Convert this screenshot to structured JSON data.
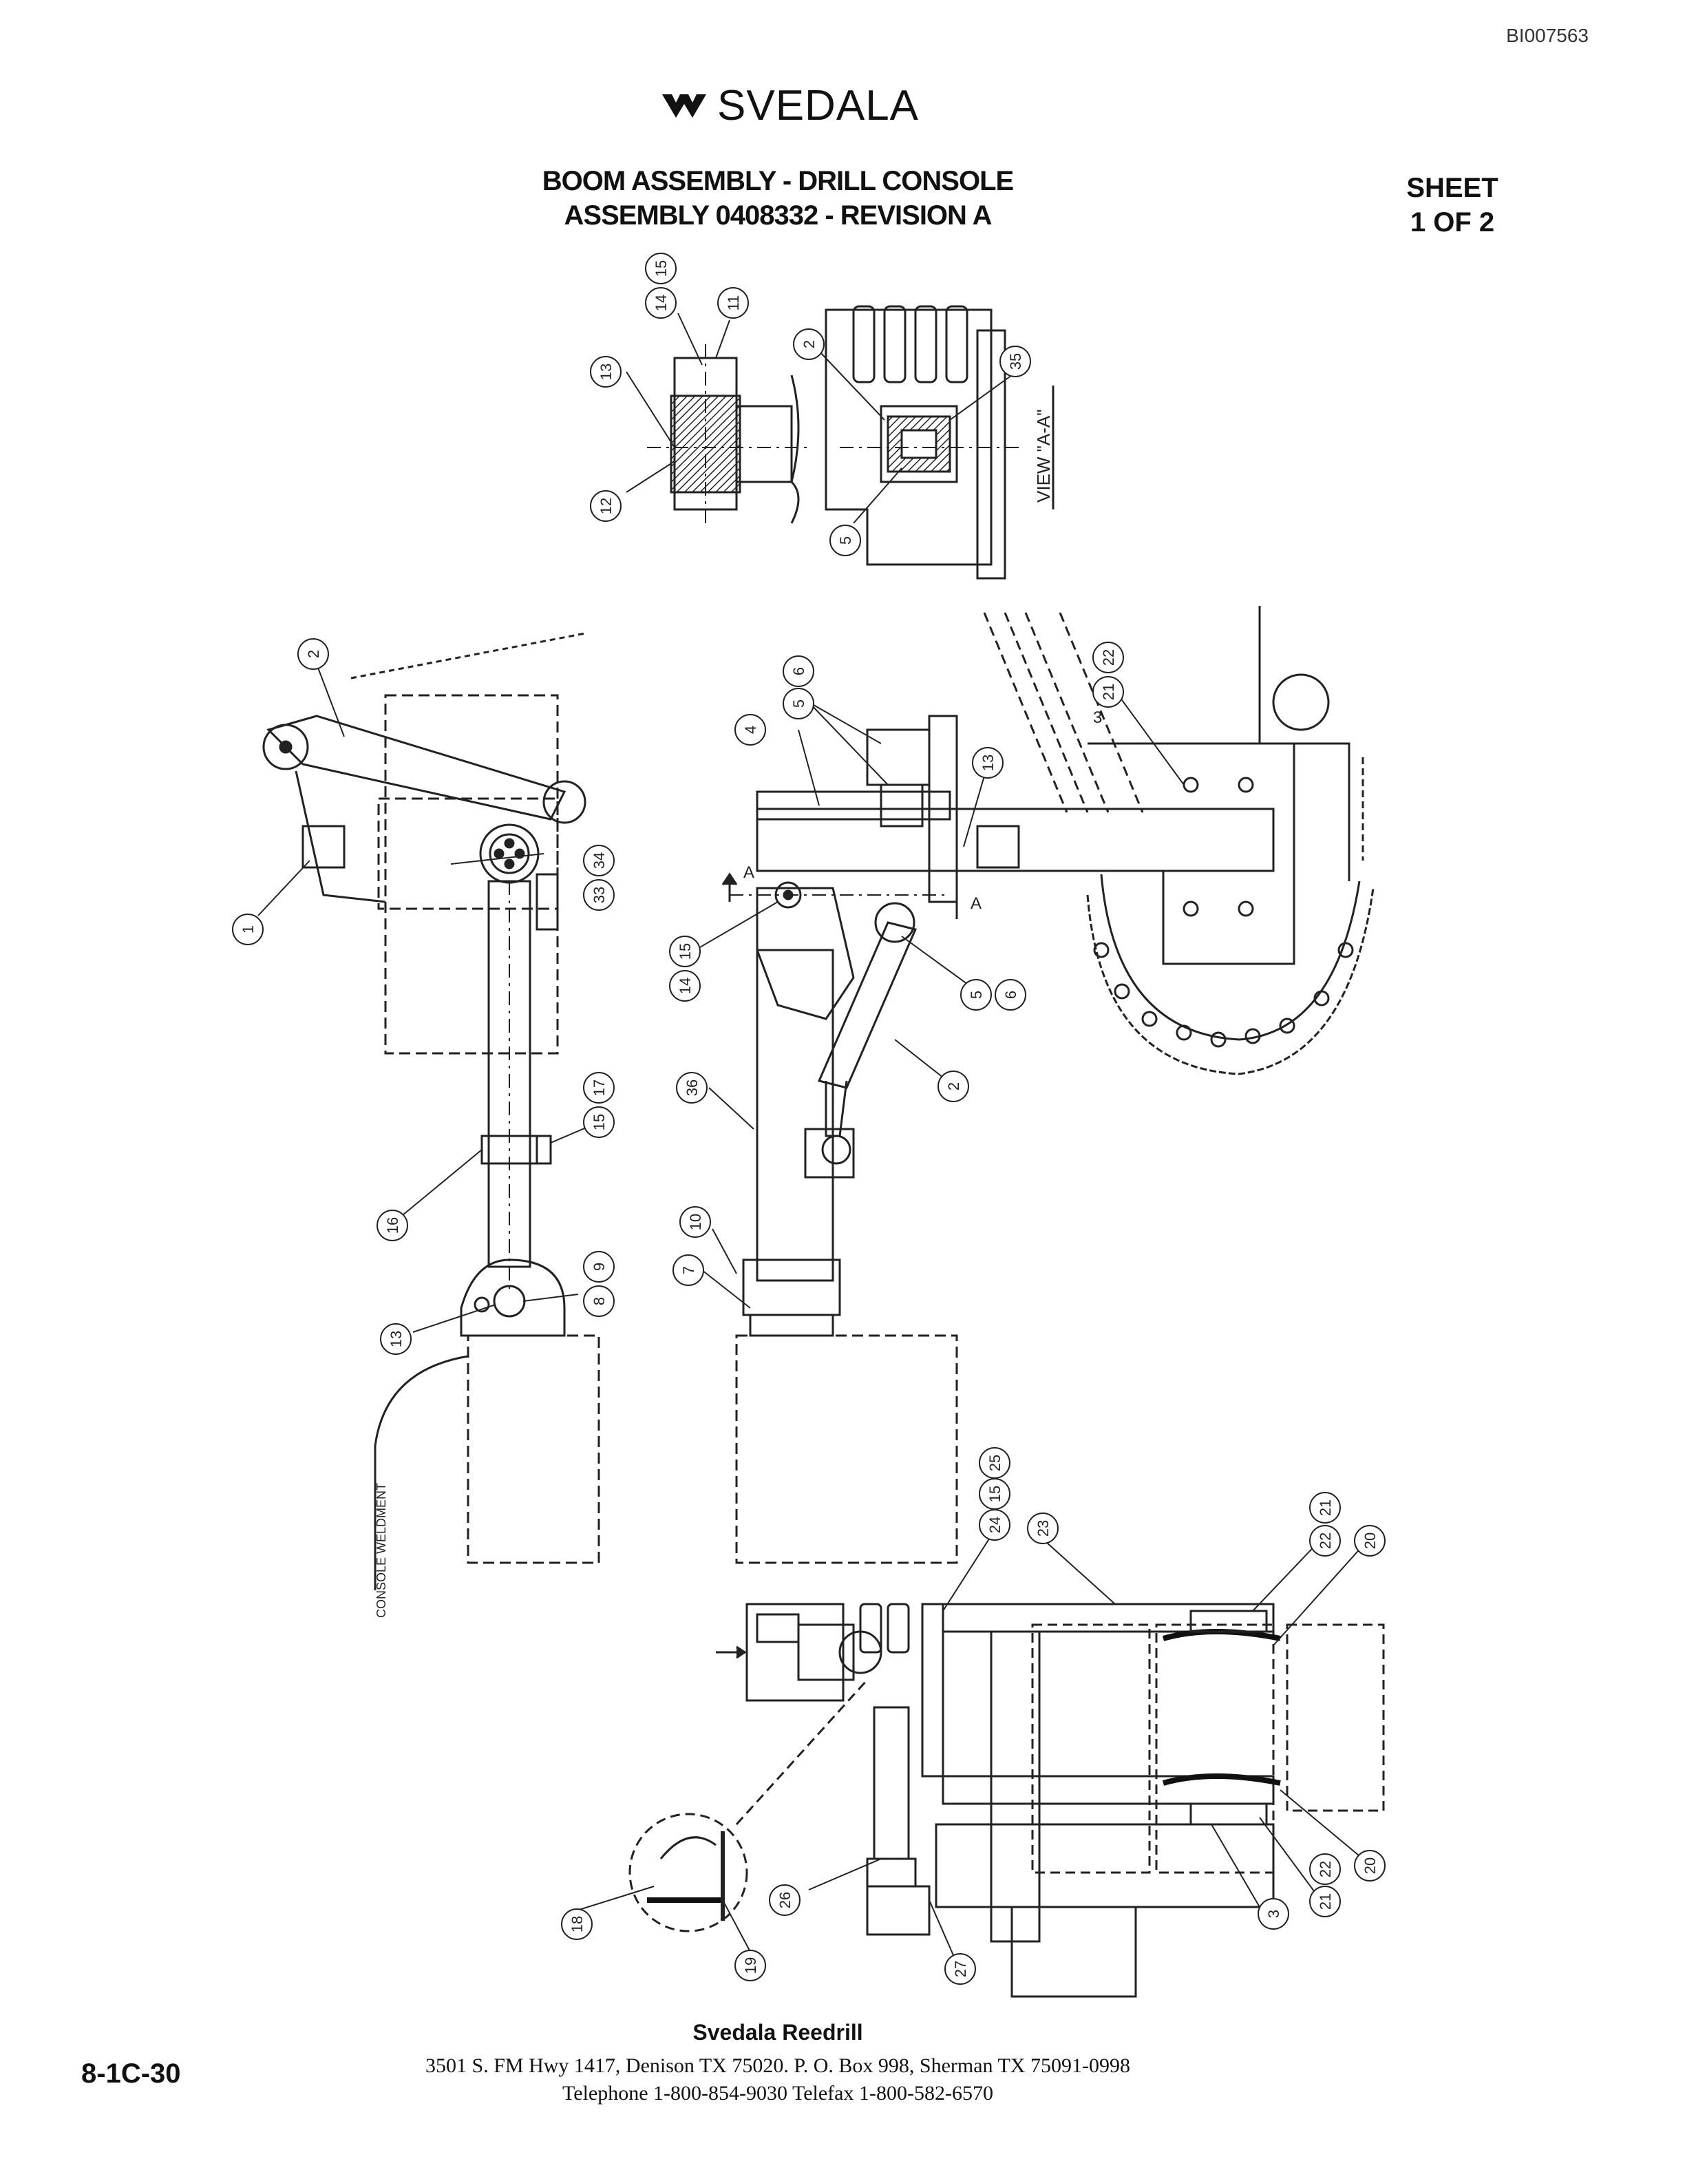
{
  "document_id": "BI007563",
  "brand": {
    "name": "SVEDALA",
    "mark": "svedala-double-chevron-logo"
  },
  "title": {
    "line1": "BOOM ASSEMBLY - DRILL CONSOLE",
    "line2": "ASSEMBLY 0408332 - REVISION A"
  },
  "sheet": {
    "label": "SHEET",
    "value": "1 OF 2"
  },
  "view_label": "VIEW \"A-A\"",
  "console_label": "CONSOLE WELDMENT",
  "section_marker": "A",
  "dimension_marker": "3",
  "balloons": {
    "v_13": "13",
    "v_14": "14",
    "v_15": "15",
    "v_11": "11",
    "v_12": "12",
    "v_2": "2",
    "v_35": "35",
    "v_5": "5",
    "l_2": "2",
    "l_1": "1",
    "l_34": "34",
    "l_33": "33",
    "l_15": "15",
    "l_17": "17",
    "l_16": "16",
    "l_9": "9",
    "l_8": "8",
    "l_13": "13",
    "c_5": "5",
    "c_6": "6",
    "c_4": "4",
    "c_13": "13",
    "c_22": "22",
    "c_21": "21",
    "c_14": "14",
    "c_15": "15",
    "c_5b": "5",
    "c_6b": "6",
    "c_2": "2",
    "c_36": "36",
    "c_10": "10",
    "c_7": "7",
    "b_25": "25",
    "b_15": "15",
    "b_24": "24",
    "b_23": "23",
    "b_21": "21",
    "b_22": "22",
    "b_20": "20",
    "b_26": "26",
    "b_18": "18",
    "b_19": "19",
    "b_27": "27",
    "b_3": "3",
    "b_22b": "22",
    "b_21b": "21",
    "b_20b": "20"
  },
  "page_number": "8-1C-30",
  "footer": {
    "company": "Svedala Reedrill",
    "address": "3501 S. FM Hwy 1417, Denison TX  75020.    P. O. Box 998, Sherman TX  75091-0998",
    "phones": "Telephone 1-800-854-9030 Telefax 1-800-582-6570"
  }
}
